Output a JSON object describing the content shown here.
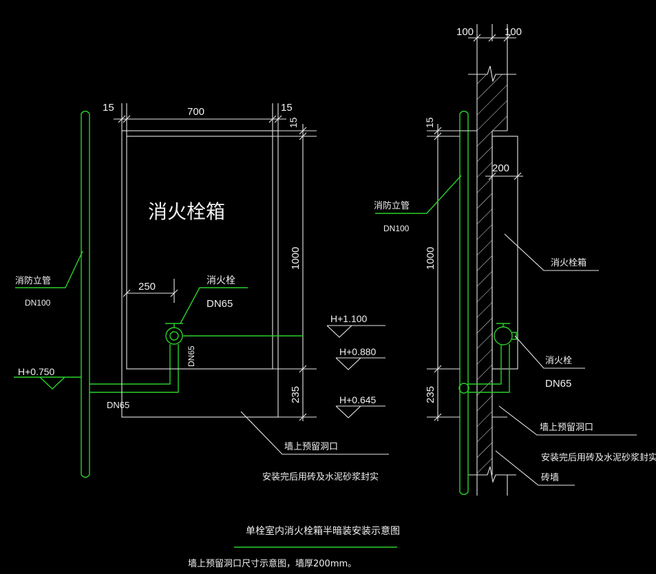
{
  "left_view": {
    "dims": {
      "top_left": "15",
      "top_width": "700",
      "top_right": "15",
      "right_top": "15",
      "height": "1000",
      "bottom": "235",
      "hydrant_offset": "250"
    },
    "box_label": "消火栓箱",
    "hydrant_label": "消火栓",
    "hydrant_size": "DN65",
    "branch_size_vertical": "DN65",
    "branch_size_bottom": "DN65",
    "riser_label": "消防立管",
    "riser_size": "DN100",
    "elev_riser": "H+0.750",
    "elev_hydrant": "H+1.100",
    "elev_box_bottom": "H+0.880",
    "elev_opening_bottom": "H+0.645",
    "opening_label": "墙上预留洞口",
    "seal_note": "安装完后用砖及水泥砂浆封实"
  },
  "right_view": {
    "dims": {
      "wall_left": "100",
      "wall_right": "100",
      "top": "15",
      "depth": "200",
      "height": "1000",
      "bottom": "235"
    },
    "riser_label": "消防立管",
    "riser_size": "DN100",
    "box_label": "消火栓箱",
    "hydrant_label": "消火栓",
    "hydrant_size": "DN65",
    "opening_label": "墙上预留洞口",
    "seal_note": "安装完后用砖及水泥砂浆封实",
    "wall_label": "砖墙"
  },
  "caption": {
    "title": "单栓室内消火栓箱半暗装安装示意图",
    "note": "墙上预留洞口尺寸示意图，墙厚200mm。"
  }
}
